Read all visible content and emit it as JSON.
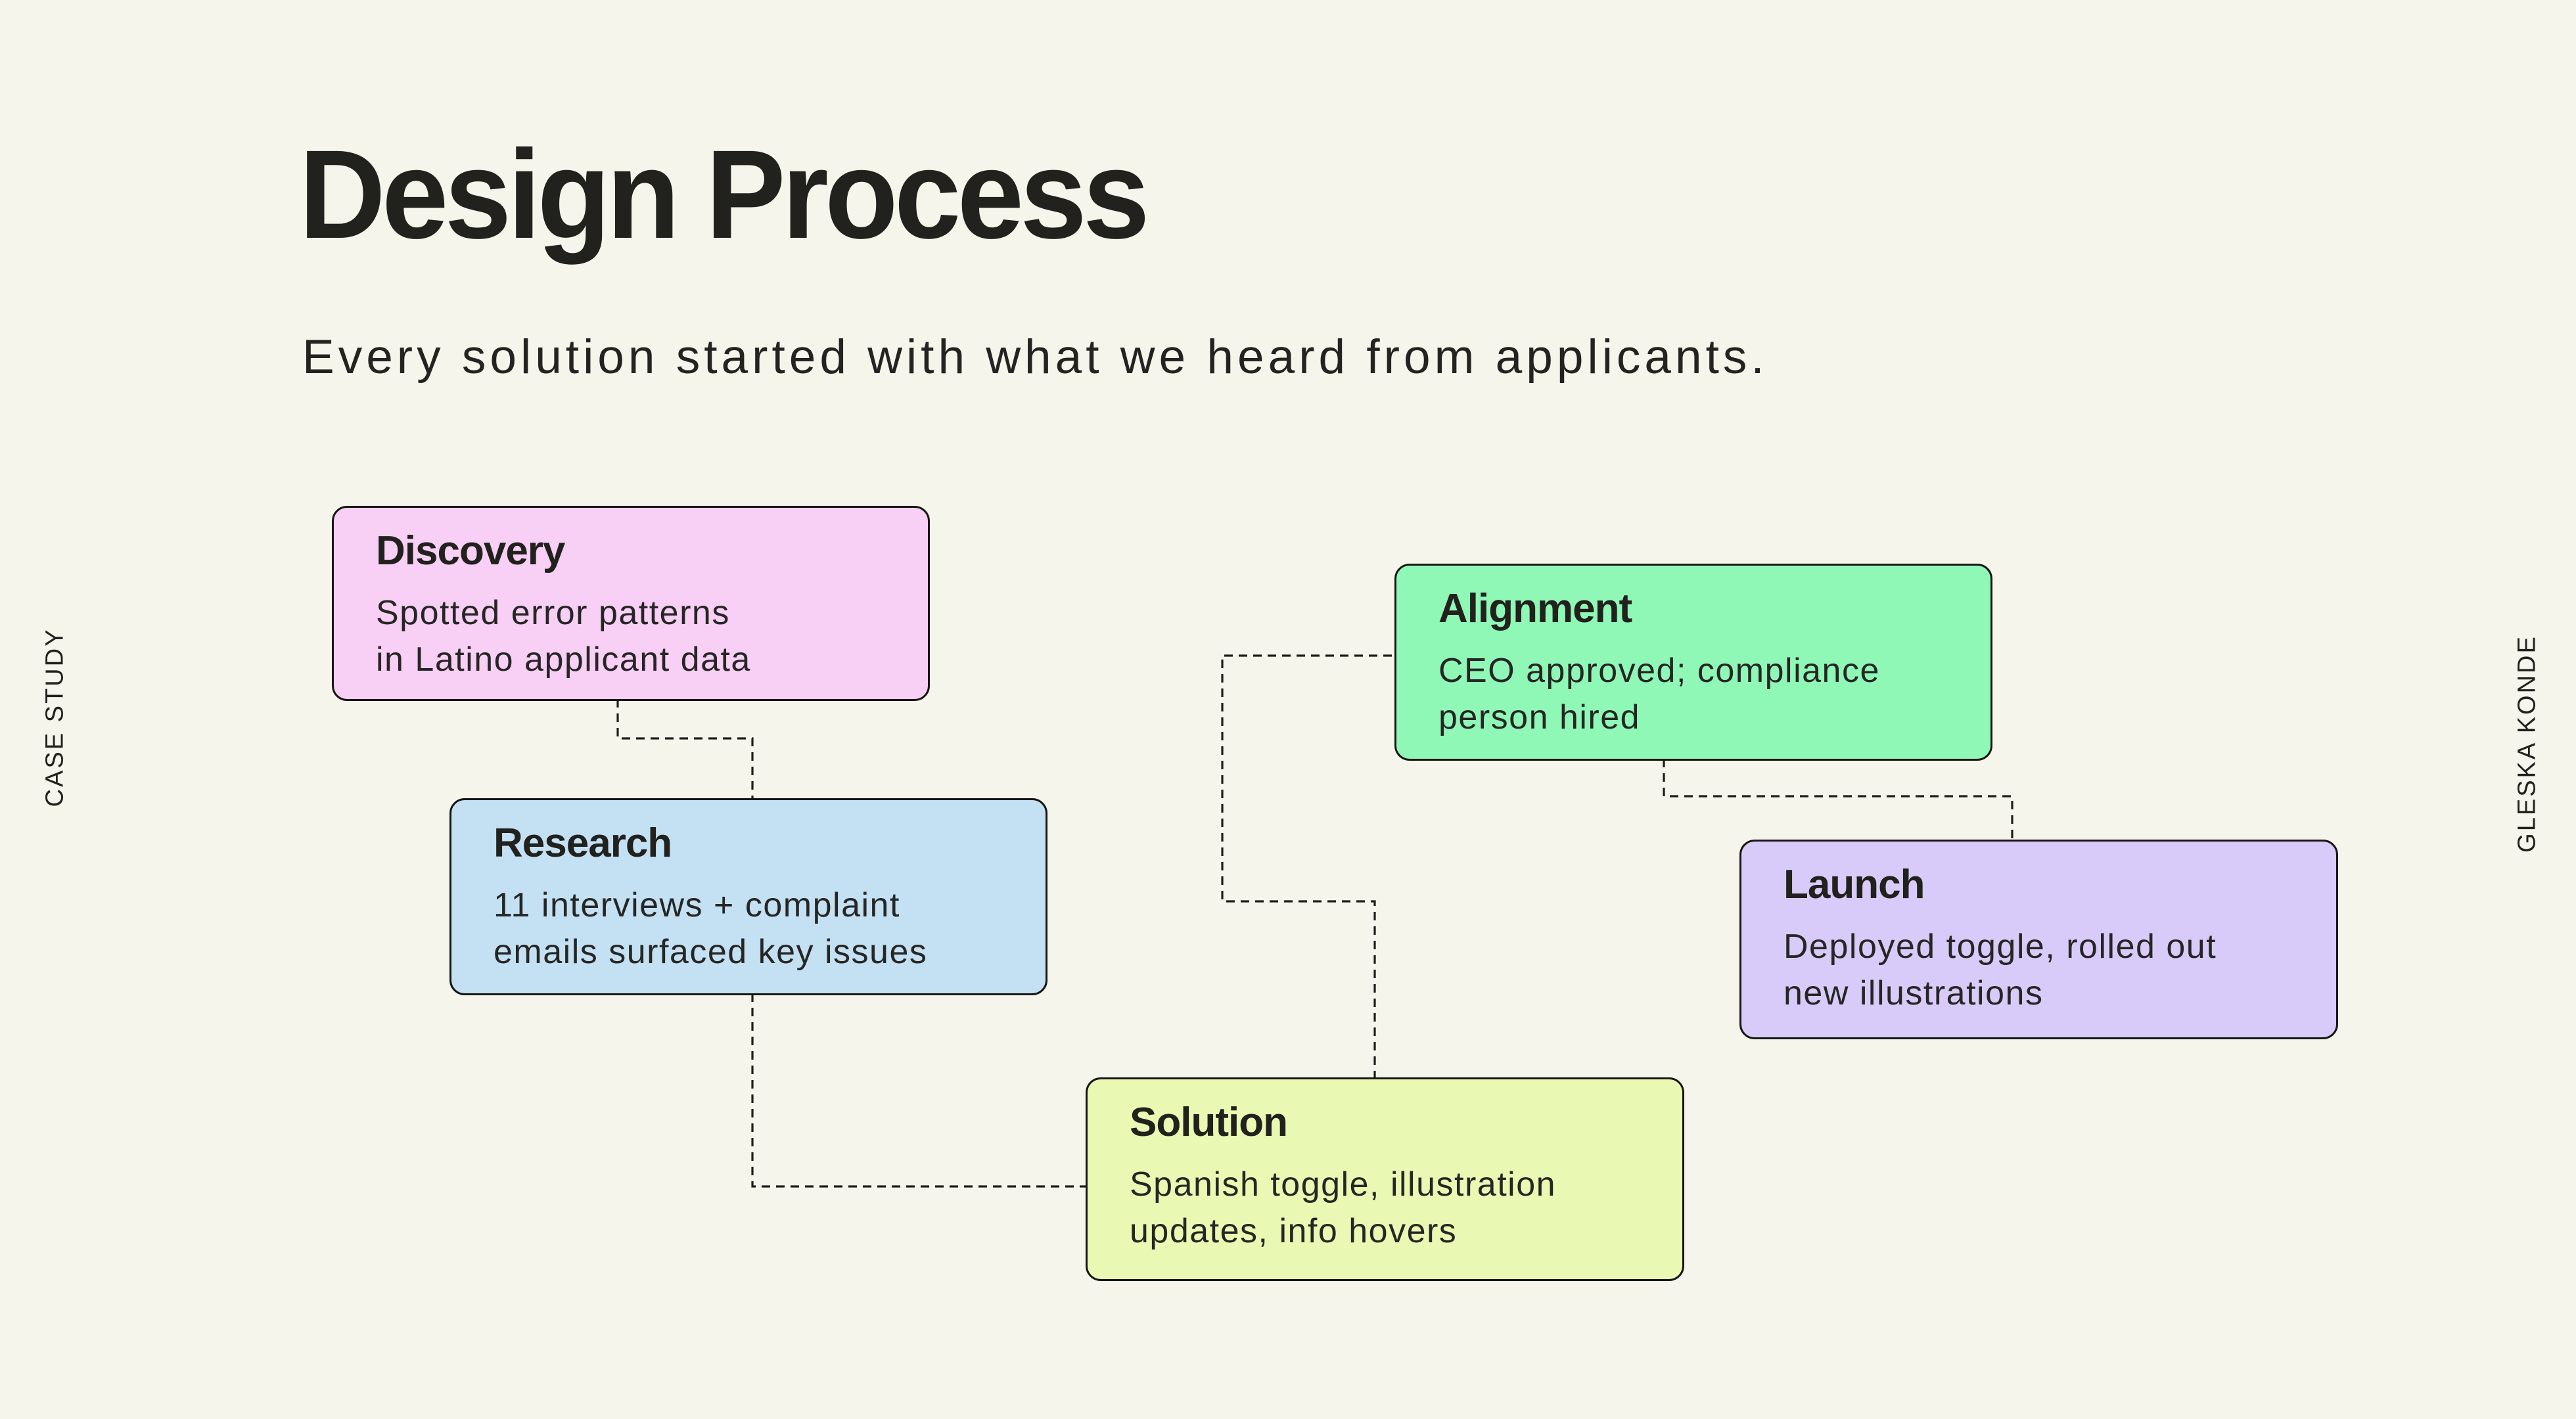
{
  "page": {
    "title": "Design Process",
    "subtitle": "Every solution started with what we heard from applicants.",
    "side_label_left": "CASE STUDY",
    "side_label_right": "GLESKA KONDE",
    "background_color": "#F5F5EC",
    "ink_color": "#1D1D1B"
  },
  "cards": [
    {
      "title": "Discovery",
      "body": "Spotted error patterns\nin Latino applicant data",
      "color": "#F8CFF5"
    },
    {
      "title": "Research",
      "body": "11 interviews + complaint\nemails surfaced key issues",
      "color": "#C4E1F4"
    },
    {
      "title": "Alignment",
      "body": "CEO approved; compliance\nperson hired",
      "color": "#90F8B7"
    },
    {
      "title": "Launch",
      "body": "Deployed toggle, rolled out\nnew illustrations",
      "color": "#D9CBF9"
    },
    {
      "title": "Solution",
      "body": "Spanish toggle, illustration\nupdates, info hovers",
      "color": "#E9F9B3"
    }
  ],
  "connectors": [
    {
      "from": "Discovery",
      "to": "Research",
      "style": "dashed"
    },
    {
      "from": "Research",
      "to": "Solution",
      "style": "dashed"
    },
    {
      "from": "Solution",
      "to": "Alignment",
      "style": "dashed"
    },
    {
      "from": "Alignment",
      "to": "Launch",
      "style": "dashed"
    }
  ]
}
